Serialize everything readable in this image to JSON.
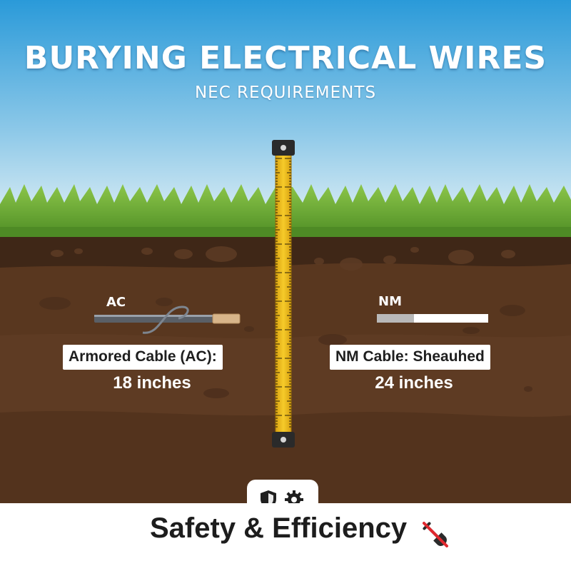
{
  "header": {
    "title": "BURYING ELECTRICAL WIRES",
    "subtitle": "NEC REQUIREMENTS"
  },
  "left_cable": {
    "tag": "AC",
    "name": "Armored Cable (AC):",
    "depth": "18 inches"
  },
  "right_cable": {
    "tag": "NM",
    "name": "NM Cable: Sheauhed",
    "depth": "24 inches"
  },
  "footer": {
    "text": "Safety & Efficiency",
    "icons": [
      "shield-icon",
      "gear-icon",
      "no-digging-shovel-icon"
    ]
  },
  "colors": {
    "sky_top": "#2a9ad9",
    "sky_bottom": "#e4f1f6",
    "grass": "#6cae35",
    "soil_dark": "#3f2717",
    "soil_mid": "#5a3824",
    "tape": "#f3c01d",
    "no_symbol": "#e0282e"
  }
}
